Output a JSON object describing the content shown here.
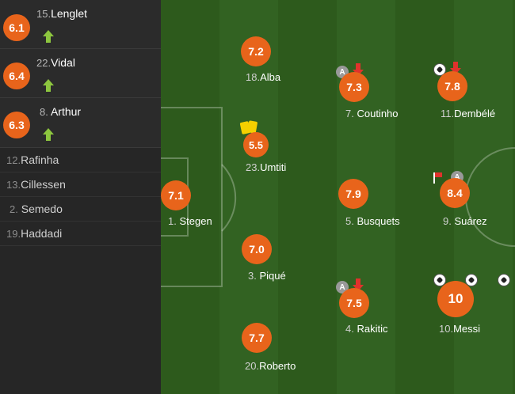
{
  "substitutes": [
    {
      "rating": "6.1",
      "num": "15.",
      "name": "Lenglet",
      "sub_in": true
    },
    {
      "rating": "6.4",
      "num": "22.",
      "name": "Vidal",
      "sub_in": true
    },
    {
      "rating": "6.3",
      "num": "8.",
      "name": "Arthur",
      "sub_in": true
    }
  ],
  "bench": [
    {
      "num": "12.",
      "name": "Rafinha"
    },
    {
      "num": "13.",
      "name": "Cillessen"
    },
    {
      "num": "2.",
      "name": "Semedo"
    },
    {
      "num": "19.",
      "name": "Haddadi"
    }
  ],
  "players": {
    "stegen": {
      "rating": "7.1",
      "num": "1.",
      "name": "Stegen"
    },
    "alba": {
      "rating": "7.2",
      "num": "18.",
      "name": "Alba"
    },
    "umtiti": {
      "rating": "5.5",
      "num": "23.",
      "name": "Umtiti"
    },
    "pique": {
      "rating": "7.0",
      "num": "3.",
      "name": "Piqué"
    },
    "roberto": {
      "rating": "7.7",
      "num": "20.",
      "name": "Roberto"
    },
    "coutinho": {
      "rating": "7.3",
      "num": "7.",
      "name": "Coutinho"
    },
    "busquets": {
      "rating": "7.9",
      "num": "5.",
      "name": "Busquets"
    },
    "rakitic": {
      "rating": "7.5",
      "num": "4.",
      "name": "Rakitic"
    },
    "dembele": {
      "rating": "7.8",
      "num": "11.",
      "name": "Dembélé"
    },
    "suarez": {
      "rating": "8.4",
      "num": "9.",
      "name": "Suárez"
    },
    "messi": {
      "rating": "10",
      "num": "10.",
      "name": "Messi"
    }
  },
  "icons": {
    "assist_letter": "A",
    "accent_color": "#e8641b",
    "sub_in_color": "#8dc63f",
    "sub_out_color": "#e0322c"
  }
}
